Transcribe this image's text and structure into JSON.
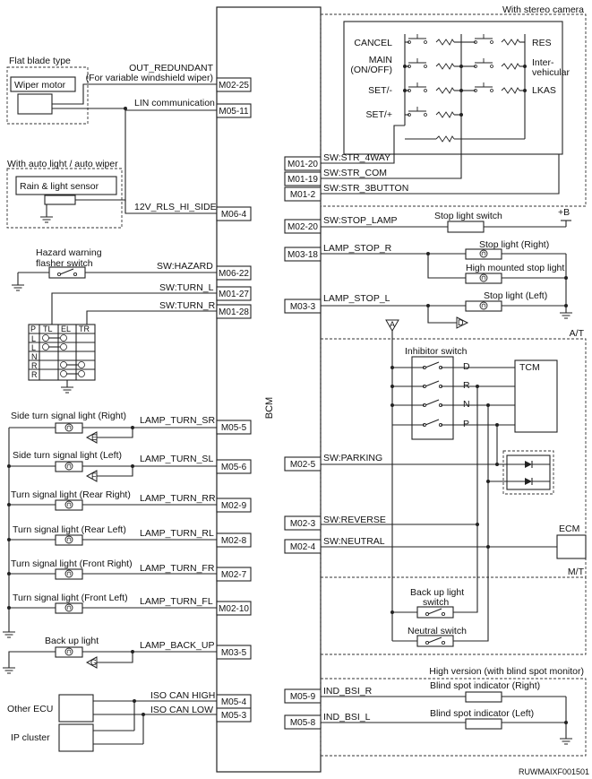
{
  "bcm_label": "BCM",
  "figure_code": "RUWMAIXF001501",
  "regions": {
    "flat_blade": "Flat blade type",
    "auto_light": "With auto light / auto wiper",
    "stereo_camera": "With stereo camera",
    "at": "A/T",
    "mt": "M/T",
    "high_version": "High version (with blind spot monitor)"
  },
  "components": {
    "wiper_motor": "Wiper motor",
    "rain_sensor": "Rain & light sensor",
    "hazard_switch_1": "Hazard warning",
    "hazard_switch_2": "flasher switch",
    "side_turn_right": "Side turn signal light (Right)",
    "side_turn_left": "Side turn signal light (Left)",
    "turn_rear_right": "Turn signal light (Rear Right)",
    "turn_rear_left": "Turn signal light (Rear Left)",
    "turn_front_right": "Turn signal light (Front Right)",
    "turn_front_left": "Turn signal light (Front Left)",
    "back_up_light": "Back up light",
    "other_ecu": "Other ECU",
    "ip_cluster": "IP cluster",
    "stop_light_switch": "Stop light switch",
    "stop_light_right": "Stop light (Right)",
    "high_mounted_stop": "High mounted stop light",
    "stop_light_left": "Stop light (Left)",
    "inhibitor_switch": "Inhibitor switch",
    "tcm": "TCM",
    "ecm": "ECM",
    "backup_switch_1": "Back up light",
    "backup_switch_2": "switch",
    "neutral_switch": "Neutral switch",
    "bsi_right": "Blind spot indicator (Right)",
    "bsi_left": "Blind spot indicator (Left)",
    "plus_b": "+B"
  },
  "camera_buttons": {
    "cancel": "CANCEL",
    "main_1": "MAIN",
    "main_2": "(ON/OFF)",
    "set_minus": "SET/-",
    "set_plus": "SET/+",
    "res": "RES",
    "inter_1": "Inter-",
    "inter_2": "vehicular",
    "lkas": "LKAS"
  },
  "inhibitor_positions": [
    "D",
    "R",
    "N",
    "P"
  ],
  "switch_table": {
    "header": [
      "P",
      "TL",
      "EL",
      "TR"
    ],
    "rows": [
      "L",
      "L",
      "N",
      "R",
      "R"
    ]
  },
  "connectors": {
    "left": [
      "M02-25",
      "M05-11",
      "M06-4",
      "M06-22",
      "M01-27",
      "M01-28",
      "M05-5",
      "M05-6",
      "M02-9",
      "M02-8",
      "M02-7",
      "M02-10",
      "M03-5",
      "M05-4",
      "M05-3"
    ],
    "right": [
      "M01-20",
      "M01-19",
      "M01-2",
      "M02-20",
      "M03-18",
      "M03-3",
      "M02-5",
      "M02-3",
      "M02-4",
      "M05-9",
      "M05-8"
    ]
  },
  "signals": {
    "out_redundant": "OUT_REDUNDANT",
    "out_redundant_note": "(For variable windshield wiper)",
    "lin": "LIN communication",
    "v12": "12V_RLS_HI_SIDE",
    "hazard": "SW:HAZARD",
    "turn_l": "SW:TURN_L",
    "turn_r": "SW:TURN_R",
    "lamp_turn_sr": "LAMP_TURN_SR",
    "lamp_turn_sl": "LAMP_TURN_SL",
    "lamp_turn_rr": "LAMP_TURN_RR",
    "lamp_turn_rl": "LAMP_TURN_RL",
    "lamp_turn_fr": "LAMP_TURN_FR",
    "lamp_turn_fl": "LAMP_TURN_FL",
    "lamp_back_up": "LAMP_BACK_UP",
    "iso_can_high": "ISO CAN HIGH",
    "iso_can_low": "ISO CAN LOW",
    "str_4way": "SW:STR_4WAY",
    "str_com": "SW:STR_COM",
    "str_3button": "SW:STR_3BUTTON",
    "stop_lamp": "SW:STOP_LAMP",
    "lamp_stop_r": "LAMP_STOP_R",
    "lamp_stop_l": "LAMP_STOP_L",
    "parking": "SW:PARKING",
    "reverse": "SW:REVERSE",
    "neutral": "SW:NEUTRAL",
    "ind_bsi_r": "IND_BSI_R",
    "ind_bsi_l": "IND_BSI_L"
  },
  "connector_markers": [
    "A",
    "A",
    "D",
    "E",
    "F",
    "G"
  ]
}
